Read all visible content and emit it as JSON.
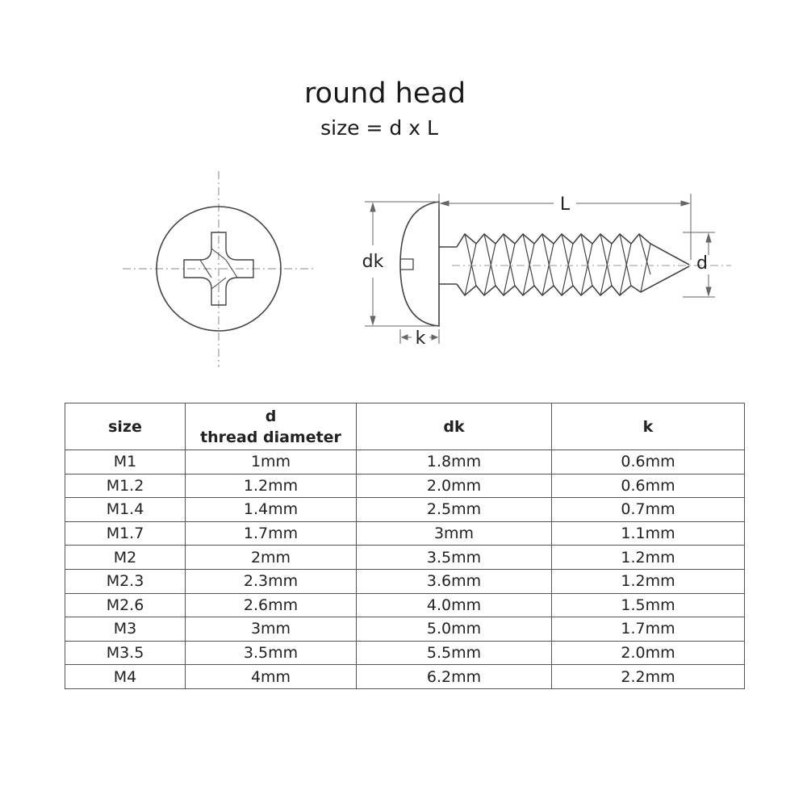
{
  "header": {
    "title": "round head",
    "subtitle": "size = d x L"
  },
  "diagram": {
    "labels": {
      "length": "L",
      "head_diameter": "dk",
      "head_height": "k",
      "thread_diameter": "d"
    }
  },
  "table": {
    "headers": [
      {
        "line1": "size",
        "line2": ""
      },
      {
        "line1": "d",
        "line2": "thread diameter"
      },
      {
        "line1": "dk",
        "line2": ""
      },
      {
        "line1": "k",
        "line2": ""
      }
    ],
    "rows": [
      [
        "M1",
        "1mm",
        "1.8mm",
        "0.6mm"
      ],
      [
        "M1.2",
        "1.2mm",
        "2.0mm",
        "0.6mm"
      ],
      [
        "M1.4",
        "1.4mm",
        "2.5mm",
        "0.7mm"
      ],
      [
        "M1.7",
        "1.7mm",
        "3mm",
        "1.1mm"
      ],
      [
        "M2",
        "2mm",
        "3.5mm",
        "1.2mm"
      ],
      [
        "M2.3",
        "2.3mm",
        "3.6mm",
        "1.2mm"
      ],
      [
        "M2.6",
        "2.6mm",
        "4.0mm",
        "1.5mm"
      ],
      [
        "M3",
        "3mm",
        "5.0mm",
        "1.7mm"
      ],
      [
        "M3.5",
        "3.5mm",
        "5.5mm",
        "2.0mm"
      ],
      [
        "M4",
        "4mm",
        "6.2mm",
        "2.2mm"
      ]
    ]
  }
}
